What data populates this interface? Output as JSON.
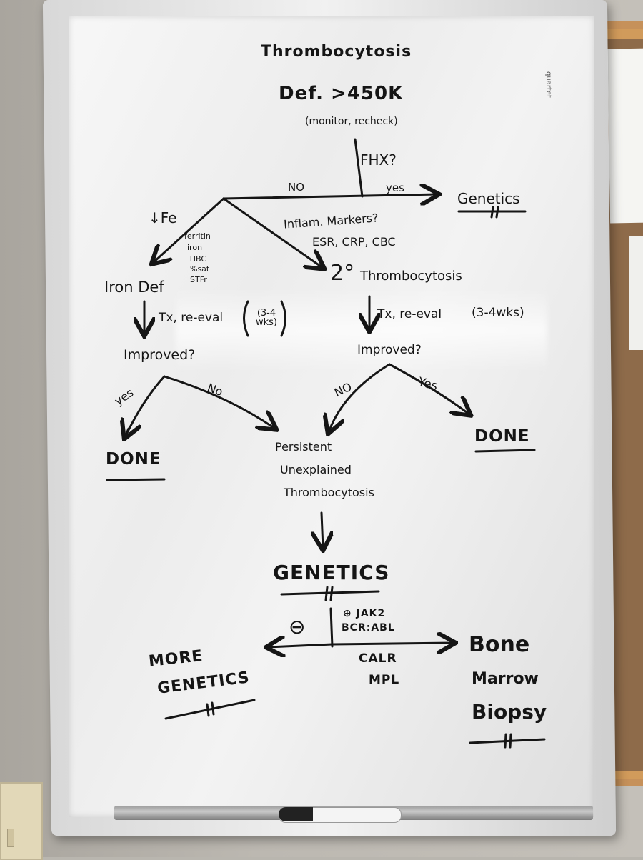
{
  "title": "Thrombocytosis",
  "definition": "Def. >450K",
  "definition_note": "(monitor, recheck)",
  "fhx_question": "FHX?",
  "fhx_no": "NO",
  "fhx_yes": "yes",
  "genetics_top": "Genetics",
  "low_iron": "↓Fe",
  "iron_tests": [
    "ferritin",
    "iron",
    "TIBC",
    "%sat",
    "STFr"
  ],
  "inflam_question": "Inflam. Markers?",
  "inflam_tests": "ESR, CRP, CBC",
  "left_node": "Iron Def",
  "right_node_prefix": "2°",
  "right_node": "Thrombocytosis",
  "left_treat": "Tx, re-eval",
  "left_treat_time": "(3-4 wks)",
  "right_treat": "Tx, re-eval",
  "right_treat_time": "(3-4wks)",
  "left_improved": "Improved?",
  "right_improved": "Improved?",
  "left_yes": "yes",
  "left_no": "No",
  "right_no": "NO",
  "right_yes": "Yes",
  "done_left": "DONE",
  "done_right": "DONE",
  "persistent": [
    "Persistent",
    "Unexplained",
    "Thrombocytosis"
  ],
  "genetics_main": "GENETICS",
  "neg_symbol": "⊖",
  "pos_tests": [
    "⊕ JAK2",
    "BCR:ABL"
  ],
  "pos_tests_more": [
    "CALR",
    "MPL"
  ],
  "more_genetics": [
    "MORE",
    "GENETICS"
  ],
  "bone_marrow": [
    "Bone",
    "Marrow",
    "Biopsy"
  ],
  "brand": "quartet"
}
